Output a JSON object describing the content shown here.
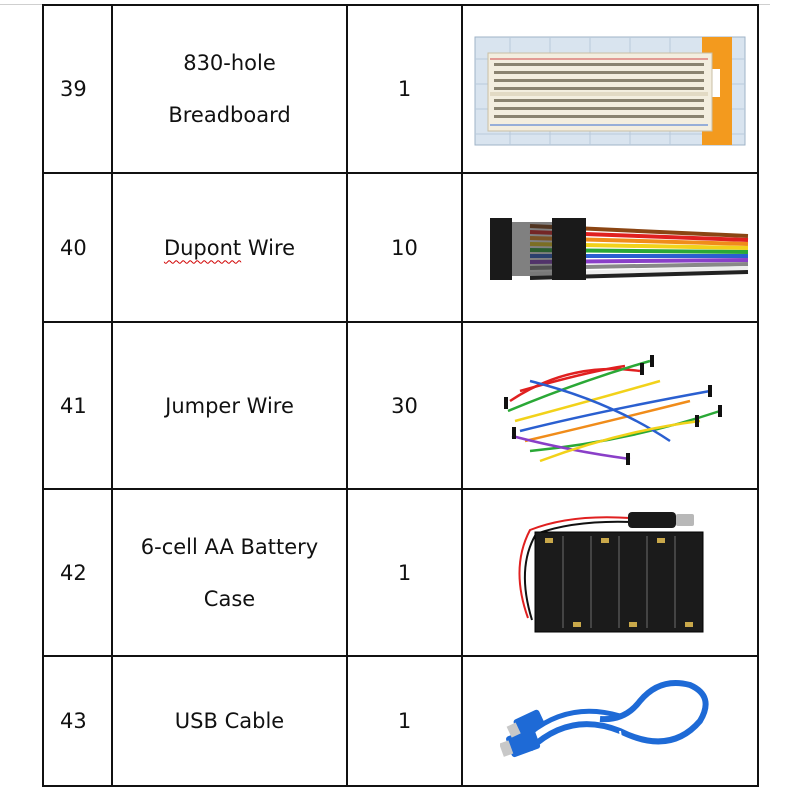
{
  "rows": [
    {
      "num": "39",
      "name_lines": [
        "830-hole",
        "Breadboard"
      ],
      "qty": "1",
      "image": "breadboard-photo"
    },
    {
      "num": "40",
      "name_lines": [
        "Dupont Wire"
      ],
      "spelling_flag": "Dupont",
      "name_rest": " Wire",
      "qty": "10",
      "image": "dupont-wire-photo"
    },
    {
      "num": "41",
      "name_lines": [
        "Jumper Wire"
      ],
      "qty": "30",
      "image": "jumper-wire-photo"
    },
    {
      "num": "42",
      "name_lines": [
        "6-cell AA Battery",
        "Case"
      ],
      "qty": "1",
      "image": "battery-case-photo"
    },
    {
      "num": "43",
      "name_lines": [
        "USB Cable"
      ],
      "qty": "1",
      "image": "usb-cable-photo"
    }
  ],
  "colors": {
    "border": "#111111",
    "orange_label": "#f39a1e",
    "cable_blue": "#1e6ad6",
    "spell_underline": "#d00000"
  }
}
